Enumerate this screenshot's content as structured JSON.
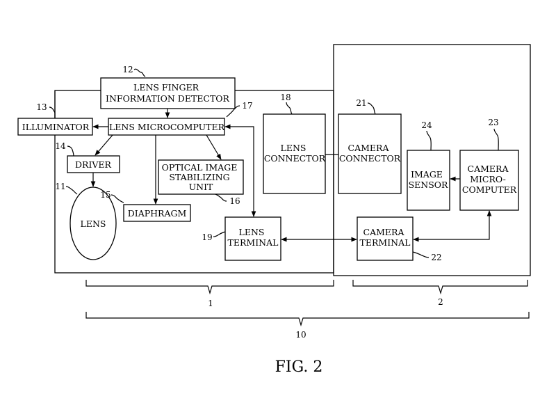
{
  "blocks": {
    "lens_finger": [
      "LENS FINGER",
      "INFORMATION DETECTOR"
    ],
    "illuminator": [
      "ILLUMINATOR"
    ],
    "lens_micro": [
      "LENS MICROCOMPUTER"
    ],
    "driver": [
      "DRIVER"
    ],
    "ois": [
      "OPTICAL IMAGE",
      "STABILIZING",
      "UNIT"
    ],
    "lens": [
      "LENS"
    ],
    "diaphragm": [
      "DIAPHRAGM"
    ],
    "lens_terminal": [
      "LENS",
      "TERMINAL"
    ],
    "lens_connector": [
      "LENS",
      "CONNECTOR"
    ],
    "camera_connector": [
      "CAMERA",
      "CONNECTOR"
    ],
    "image_sensor": [
      "IMAGE",
      "SENSOR"
    ],
    "camera_micro": [
      "CAMERA",
      "MICRO-",
      "COMPUTER"
    ],
    "camera_terminal": [
      "CAMERA",
      "TERMINAL"
    ]
  },
  "refs": {
    "r12": "12",
    "r13": "13",
    "r17": "17",
    "r18": "18",
    "r21": "21",
    "r24": "24",
    "r23": "23",
    "r14": "14",
    "r11": "11",
    "r15": "15",
    "r16": "16",
    "r19": "19",
    "r22": "22"
  },
  "groups": {
    "g1": "1",
    "g2": "2",
    "g10": "10"
  },
  "caption": "FIG. 2"
}
